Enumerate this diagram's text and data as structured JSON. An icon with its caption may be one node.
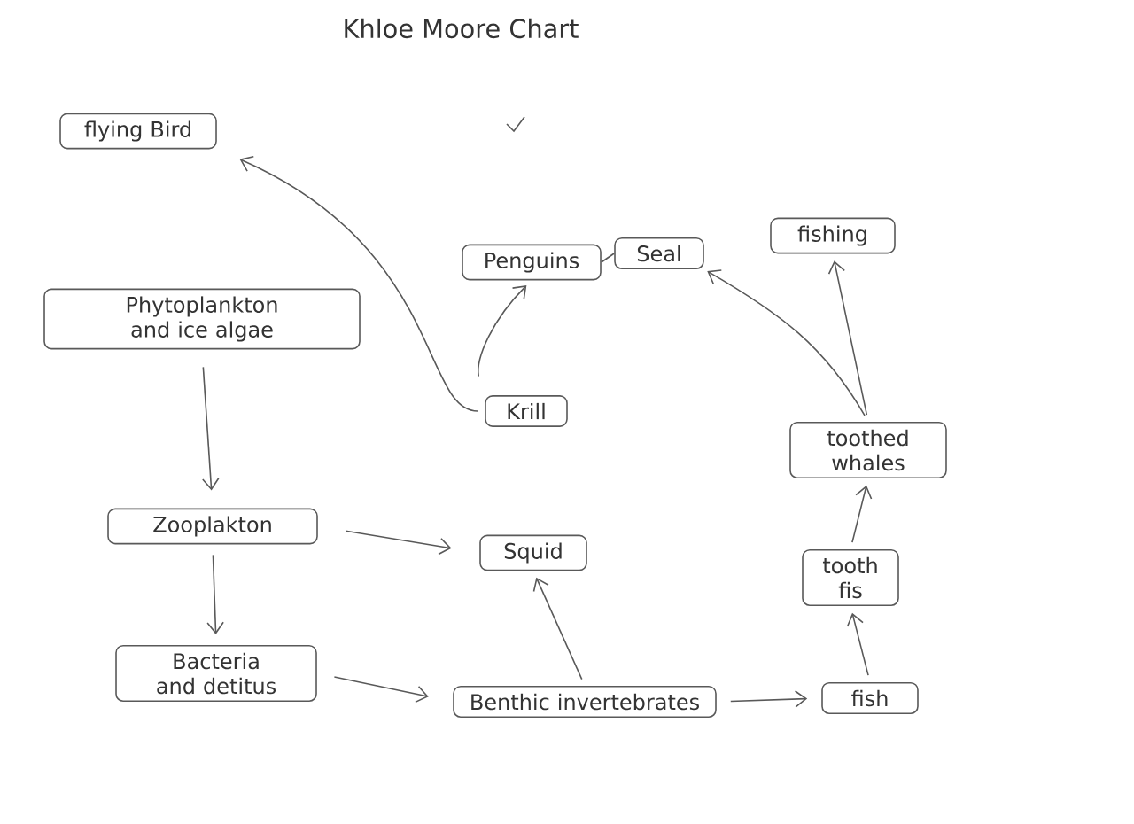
{
  "diagram": {
    "title": "Khloe Moore Chart",
    "nodes": [
      {
        "text": [
          "flying Bird"
        ]
      },
      {
        "text": [
          "Phytoplankton and ice algae"
        ]
      },
      {
        "text": [
          "Penguins"
        ]
      },
      {
        "text": [
          "Seal"
        ]
      },
      {
        "text": [
          "fishing"
        ]
      },
      {
        "text": [
          "Krill"
        ]
      },
      {
        "text": [
          "toothed whales"
        ]
      },
      {
        "text": [
          "Zooplakton"
        ]
      },
      {
        "text": [
          "Squid"
        ]
      },
      {
        "text": [
          "tooth fis"
        ]
      },
      {
        "text": [
          "Bacteria and detitus"
        ]
      },
      {
        "text": [
          "Benthic invertebrates"
        ]
      },
      {
        "text": [
          "fish"
        ]
      }
    ],
    "edges": [
      {
        "from": 5,
        "to": 0,
        "arrow": "to"
      },
      {
        "from": 5,
        "to": 2,
        "arrow": "to"
      },
      {
        "from": 2,
        "to": 3,
        "arrow": "none"
      },
      {
        "from": 1,
        "to": 7,
        "arrow": "to"
      },
      {
        "from": 7,
        "to": 10,
        "arrow": "to"
      },
      {
        "from": 7,
        "to": 8,
        "arrow": "to"
      },
      {
        "from": 10,
        "to": 11,
        "arrow": "to"
      },
      {
        "from": 11,
        "to": 8,
        "arrow": "to"
      },
      {
        "from": 11,
        "to": 12,
        "arrow": "to"
      },
      {
        "from": 12,
        "to": 9,
        "arrow": "to"
      },
      {
        "from": 9,
        "to": 6,
        "arrow": "to"
      },
      {
        "from": 6,
        "to": 4,
        "arrow": "to"
      },
      {
        "from": 6,
        "to": 3,
        "arrow": "to"
      }
    ]
  }
}
